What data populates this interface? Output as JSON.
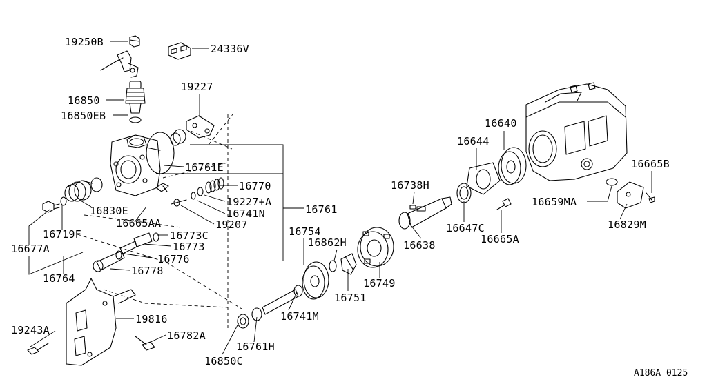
{
  "diagram": {
    "reference_code": "A186A 0125",
    "parts": [
      {
        "id": "p-19250b",
        "text": "19250B"
      },
      {
        "id": "p-24336v",
        "text": "24336V"
      },
      {
        "id": "p-16850",
        "text": "16850"
      },
      {
        "id": "p-16850eb",
        "text": "16850EB"
      },
      {
        "id": "p-19227",
        "text": "19227"
      },
      {
        "id": "p-16761e",
        "text": "16761E"
      },
      {
        "id": "p-16770",
        "text": "16770"
      },
      {
        "id": "p-19227a",
        "text": "19227+A"
      },
      {
        "id": "p-16741n",
        "text": "16741N"
      },
      {
        "id": "p-19207",
        "text": "19207"
      },
      {
        "id": "p-16761",
        "text": "16761"
      },
      {
        "id": "p-16830e",
        "text": "16830E"
      },
      {
        "id": "p-16665aa",
        "text": "16665AA"
      },
      {
        "id": "p-16719f",
        "text": "16719F"
      },
      {
        "id": "p-16677a",
        "text": "16677A"
      },
      {
        "id": "p-16773c",
        "text": "16773C"
      },
      {
        "id": "p-16773",
        "text": "16773"
      },
      {
        "id": "p-16776",
        "text": "16776"
      },
      {
        "id": "p-16778",
        "text": "16778"
      },
      {
        "id": "p-16764",
        "text": "16764"
      },
      {
        "id": "p-19816",
        "text": "19816"
      },
      {
        "id": "p-19243a",
        "text": "19243A"
      },
      {
        "id": "p-16782a",
        "text": "16782A"
      },
      {
        "id": "p-16850c",
        "text": "16850C"
      },
      {
        "id": "p-16761h",
        "text": "16761H"
      },
      {
        "id": "p-16741m",
        "text": "16741M"
      },
      {
        "id": "p-16754",
        "text": "16754"
      },
      {
        "id": "p-16862h",
        "text": "16862H"
      },
      {
        "id": "p-16751",
        "text": "16751"
      },
      {
        "id": "p-16749",
        "text": "16749"
      },
      {
        "id": "p-16738h",
        "text": "16738H"
      },
      {
        "id": "p-16638",
        "text": "16638"
      },
      {
        "id": "p-16644",
        "text": "16644"
      },
      {
        "id": "p-16640",
        "text": "16640"
      },
      {
        "id": "p-16647c",
        "text": "16647C"
      },
      {
        "id": "p-16665a",
        "text": "16665A"
      },
      {
        "id": "p-16665b",
        "text": "16665B"
      },
      {
        "id": "p-16659ma",
        "text": "16659MA"
      },
      {
        "id": "p-16829m",
        "text": "16829M"
      }
    ]
  }
}
